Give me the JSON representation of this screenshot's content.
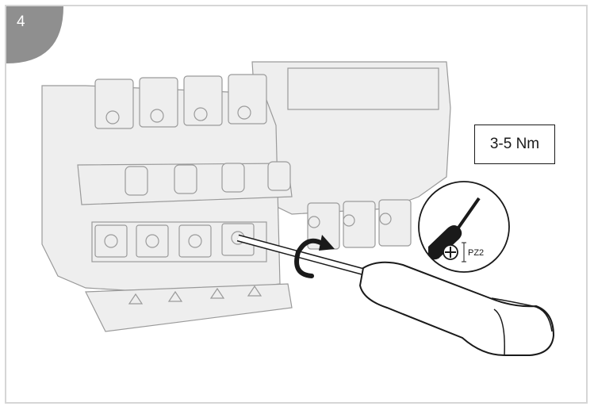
{
  "step": {
    "number": "4"
  },
  "torque": {
    "label": "3-5 Nm"
  },
  "driver": {
    "bit_label": "PZ2"
  },
  "colors": {
    "badge": "#8f8f8f",
    "device_fill": "#eeeeee",
    "device_stroke": "#9a9a9a",
    "outline": "#1a1a1a",
    "frame": "#d6d6d6"
  },
  "icons": [
    "screwdriver-icon",
    "pozidriv-bit-icon",
    "rotation-arrow-icon",
    "warning-label-icon"
  ]
}
